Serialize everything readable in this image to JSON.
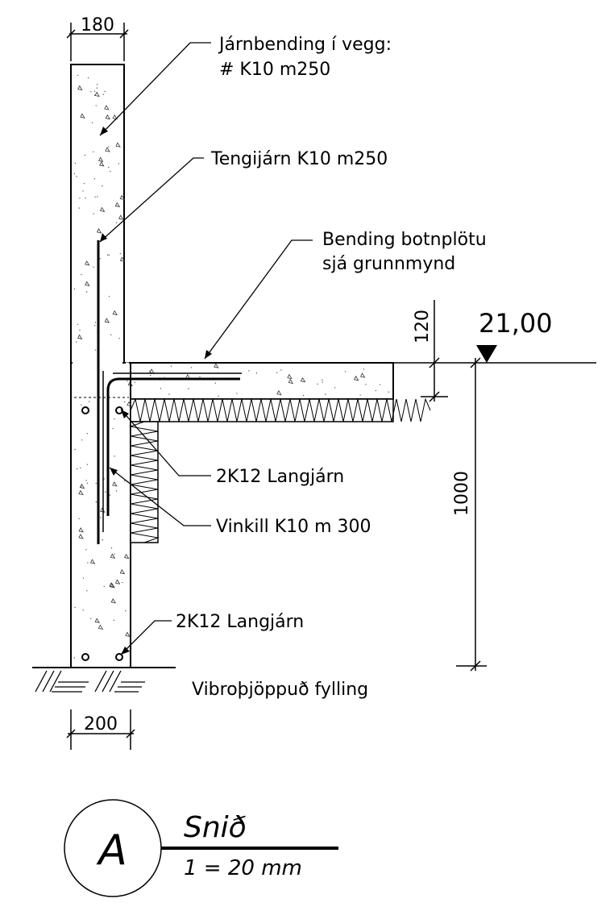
{
  "labels": {
    "wall_reinforcement_line1": "Járnbending í vegg:",
    "wall_reinforcement_line2": "# K10 m250",
    "tie_bars": "Tengijárn K10 m250",
    "slab_reinforcement_line1": "Bending botnplötu",
    "slab_reinforcement_line2": "sjá grunnmynd",
    "longitudinal_bars_upper": "2K12 Langjárn",
    "angle_bar": "Vinkill K10 m 300",
    "longitudinal_bars_lower": "2K12 Langjárn",
    "fill": "Vibroþjöppuð fylling"
  },
  "dimensions": {
    "wall_thickness": "180",
    "footing_width": "200",
    "slab_thickness": "120",
    "depth": "1000",
    "floor_level": "21,00"
  },
  "title_block": {
    "section_letter": "A",
    "title": "Snið",
    "scale": "1 = 20 mm"
  }
}
